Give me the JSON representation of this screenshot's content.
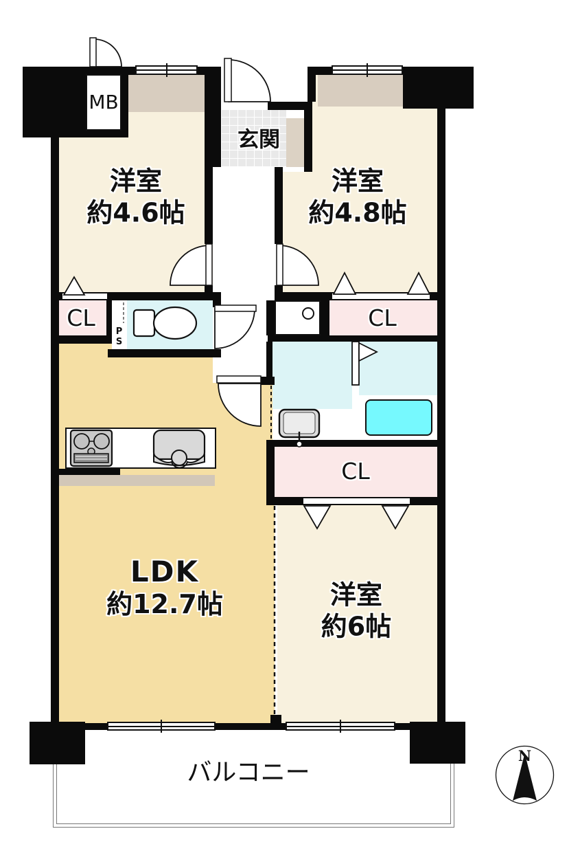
{
  "floorplan": {
    "type": "apartment-floor-plan",
    "rooms": [
      {
        "key": "bedroom1",
        "name": "洋室",
        "area": "約4.6帖"
      },
      {
        "key": "bedroom2",
        "name": "洋室",
        "area": "約4.8帖"
      },
      {
        "key": "ldk",
        "name": "LDK",
        "area": "約12.7帖"
      },
      {
        "key": "bedroom3",
        "name": "洋室",
        "area": "約6帖"
      }
    ],
    "labels": {
      "meter_box": "MB",
      "entrance": "玄関",
      "closet": "CL",
      "pipe_space": "PS",
      "balcony": "バルコニー",
      "compass_north": "N"
    },
    "colors": {
      "wall": "#0b0b0b",
      "bedroom_floor": "#F8F1DE",
      "ldk_floor": "#F5DFA4",
      "closet_fill": "#FBE8E8",
      "wet_area_fill": "#DCF4F6",
      "bathtub_fill": "#76F9FE",
      "storage_accent": "#D8CDBF",
      "entrance_tile": "#E9E9E9",
      "balcony_fill": "#FFFFFF"
    }
  }
}
